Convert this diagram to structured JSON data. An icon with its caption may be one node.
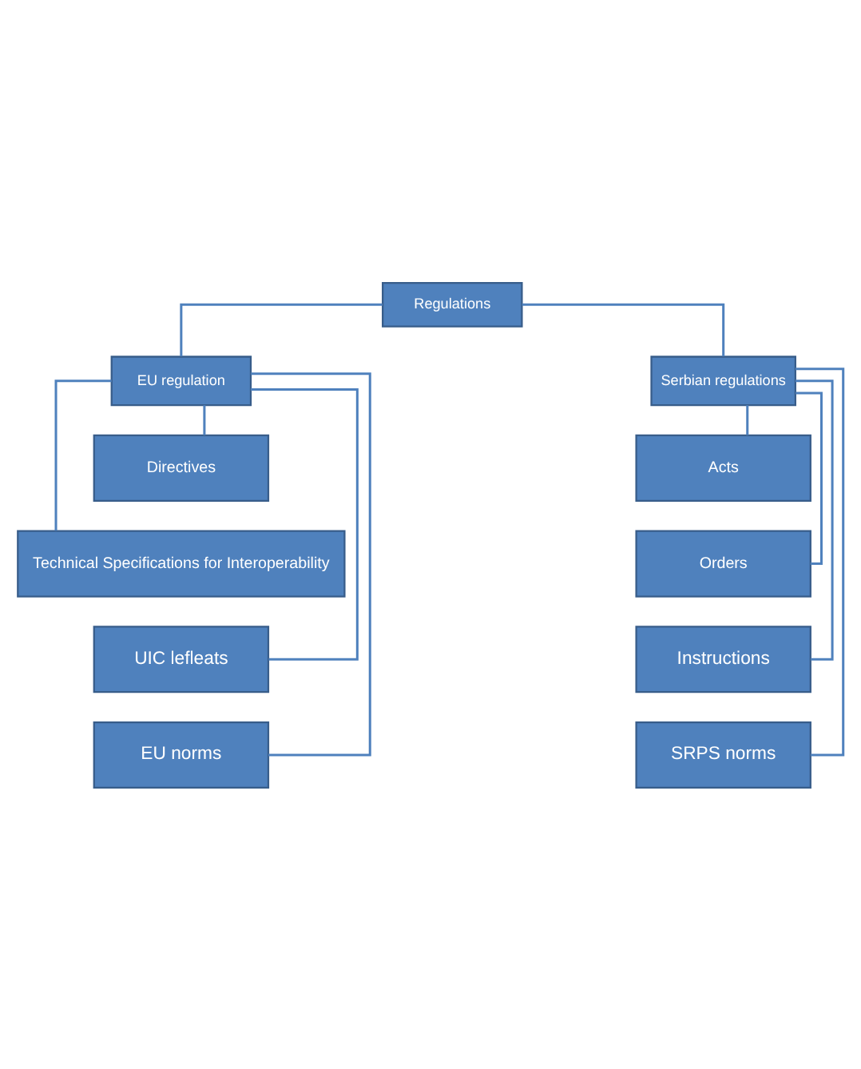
{
  "diagram": {
    "nodes": [
      {
        "text": [
          "Regulations"
        ]
      },
      {
        "text": [
          "EU regulation"
        ]
      },
      {
        "text": [
          "Serbian regulations"
        ]
      },
      {
        "text": [
          "Directives"
        ]
      },
      {
        "text": [
          "Technical Specifications for Interoperability"
        ]
      },
      {
        "text": [
          "UIC lefleats"
        ]
      },
      {
        "text": [
          "EU norms"
        ]
      },
      {
        "text": [
          "Acts"
        ]
      },
      {
        "text": [
          "Orders"
        ]
      },
      {
        "text": [
          "Instructions"
        ]
      },
      {
        "text": [
          "SRPS norms"
        ]
      }
    ],
    "edges": [
      {
        "from": 0,
        "to": 1,
        "arrow": "none"
      },
      {
        "from": 0,
        "to": 2,
        "arrow": "none"
      },
      {
        "from": 1,
        "to": 3,
        "arrow": "none"
      },
      {
        "from": 1,
        "to": 4,
        "arrow": "none"
      },
      {
        "from": 1,
        "to": 5,
        "arrow": "none"
      },
      {
        "from": 1,
        "to": 6,
        "arrow": "none"
      },
      {
        "from": 2,
        "to": 7,
        "arrow": "none"
      },
      {
        "from": 2,
        "to": 8,
        "arrow": "none"
      },
      {
        "from": 2,
        "to": 9,
        "arrow": "none"
      },
      {
        "from": 2,
        "to": 10,
        "arrow": "none"
      }
    ]
  }
}
